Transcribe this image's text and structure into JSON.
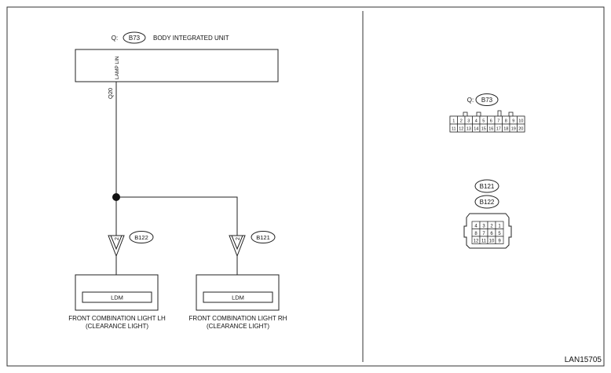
{
  "connector_prefix": "Q:",
  "body_unit": {
    "connector": "B73",
    "name": "BODY INTEGRATED UNIT",
    "pin_label": "LAMP LIN",
    "pin_id": "Q20"
  },
  "left_load": {
    "connector": "B122",
    "pin": "2",
    "module": "LDM",
    "label_line1": "FRONT COMBINATION LIGHT LH",
    "label_line2": "(CLEARANCE LIGHT)"
  },
  "right_load": {
    "connector": "B121",
    "pin": "2",
    "module": "LDM",
    "label_line1": "FRONT COMBINATION LIGHT RH",
    "label_line2": "(CLEARANCE LIGHT)"
  },
  "legend_b73": {
    "prefix": "Q:",
    "connector": "B73",
    "row1": [
      "1",
      "2",
      "3",
      "4",
      "5",
      "6",
      "7",
      "8",
      "9",
      "10"
    ],
    "row2": [
      "11",
      "12",
      "13",
      "14",
      "15",
      "16",
      "17",
      "18",
      "19",
      "20"
    ]
  },
  "legend_b121_b122": {
    "connector_a": "B121",
    "connector_b": "B122",
    "grid": [
      [
        "4",
        "3",
        "2",
        "1"
      ],
      [
        "8",
        "7",
        "6",
        "5"
      ],
      [
        "12",
        "11",
        "10",
        "9"
      ]
    ]
  },
  "figure_id": "LAN15705"
}
